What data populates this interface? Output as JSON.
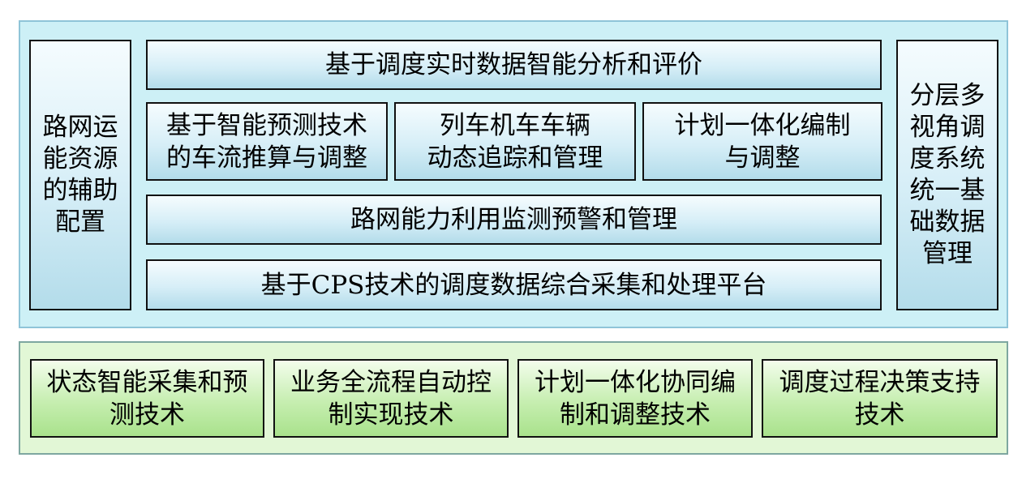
{
  "top": {
    "left_box": "路网运\n能资源\n的辅助\n配置",
    "right_box": "分层多\n视角调\n度系统\n统一基\n础数据\n管理",
    "row1": "基于调度实时数据智能分析和评价",
    "row2": [
      "基于智能预测技术\n的车流推算与调整",
      "列车机车车辆\n动态追踪和管理",
      "计划一体化编制\n与调整"
    ],
    "row3": "路网能力利用监测预警和管理",
    "row4": "基于CPS技术的调度数据综合采集和处理平台"
  },
  "bottom": {
    "items": [
      "状态智能采集和预\n测技术",
      "业务全流程自动控\n制实现技术",
      "计划一体化协同编\n制和调整技术",
      "调度过程决策支持\n技术"
    ]
  },
  "colors": {
    "top_panel_bg": "#cdf0f6",
    "bottom_panel_bg": "#e2f7d6",
    "box_border": "#111111"
  }
}
